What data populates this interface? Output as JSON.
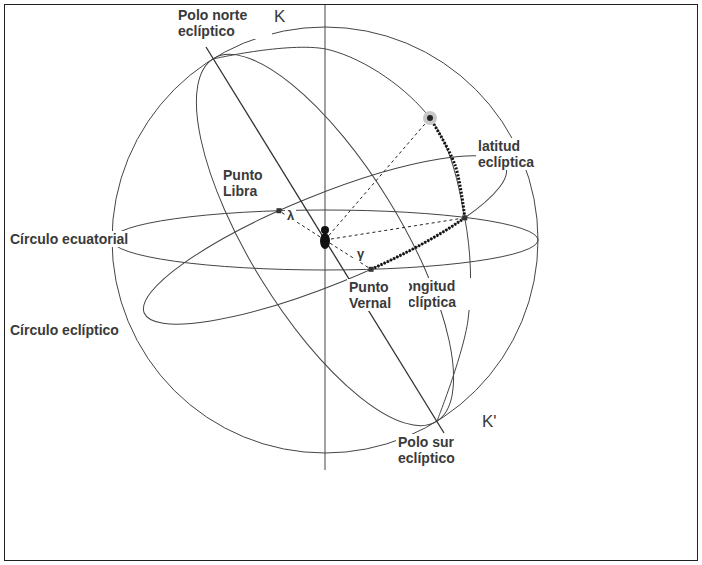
{
  "diagram": {
    "labels": [
      "Polo norte eclíptico",
      "K",
      "latitud eclíptica",
      "Punto Libra",
      "λ",
      "Círculo ecuatorial",
      "longitud eclíptica",
      "γ",
      "Círculo eclíptico",
      "Punto Vernal",
      "Polo sur eclíptico",
      "K'"
    ]
  }
}
